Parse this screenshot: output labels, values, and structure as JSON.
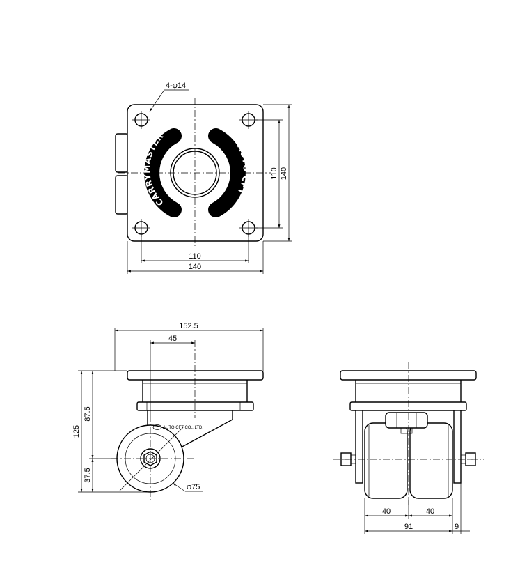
{
  "top_view": {
    "hole_callout": "4-φ14",
    "dim_width_inner": "110",
    "dim_width_outer": "140",
    "dim_height_inner": "110",
    "dim_height_outer": "140",
    "left_arc_text": "CARRYMASTER",
    "right_arc_text": "AUTO CFT"
  },
  "side_view": {
    "dim_overall_width": "152.5",
    "dim_offset": "45",
    "dim_total_height": "125",
    "dim_upper_height": "87.5",
    "dim_lower_height": "37.5",
    "dim_wheel_diameter": "φ75",
    "fork_label": "AUTO CFT CO., LTD."
  },
  "front_view": {
    "dim_wheel_left": "40",
    "dim_wheel_right": "40",
    "dim_total": "91",
    "dim_extra": "9"
  }
}
